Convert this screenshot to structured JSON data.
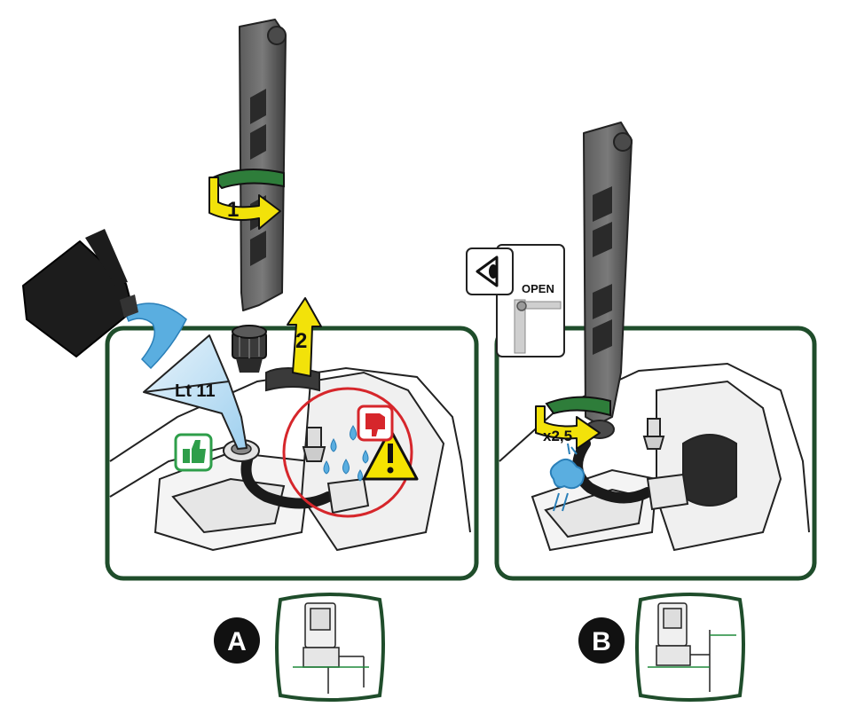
{
  "labels": {
    "step1": "1",
    "step2": "2",
    "funnel_volume": "Lt 11",
    "open_label": "OPEN",
    "rotations": "x2,5",
    "panel_a": "A",
    "panel_b": "B"
  },
  "colors": {
    "frame_green": "#1f4d2b",
    "arrow_yellow": "#f2e20a",
    "arrow_green": "#2e7d3a",
    "thumb_up_green": "#2e9e4a",
    "thumb_down_red": "#d6262b",
    "warning_yellow": "#f5e400",
    "water_blue": "#5aaee0",
    "pump_dark": "#262626",
    "pump_mid": "#4a4a4a",
    "pump_light": "#6b6b6b"
  },
  "icons": {
    "water_can": "water-canister-icon",
    "funnel": "funnel-icon",
    "thumb_up": "thumbs-up-icon",
    "thumb_down": "thumbs-down-icon",
    "warning": "warning-triangle-icon",
    "eye": "eye-icon",
    "valve": "open-valve-icon",
    "water_splash": "water-splash-icon"
  }
}
